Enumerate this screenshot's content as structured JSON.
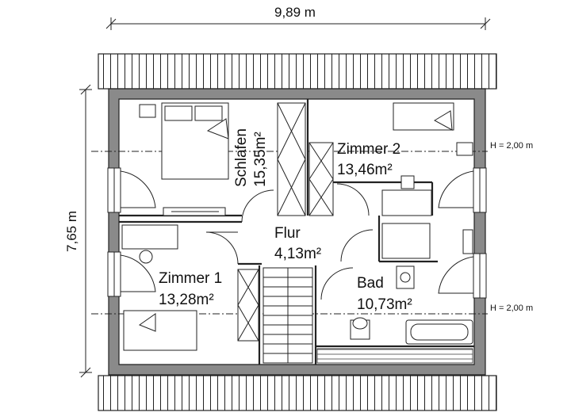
{
  "dimensions": {
    "width": "9,89 m",
    "height": "7,65 m"
  },
  "height_lines": [
    "H = 2,00 m",
    "H = 2,00 m"
  ],
  "rooms": {
    "schlafen": {
      "name": "Schlafen",
      "area": "15,35m²"
    },
    "zimmer2": {
      "name": "Zimmer 2",
      "area": "13,46m²"
    },
    "flur": {
      "name": "Flur",
      "area": "4,13m²"
    },
    "zimmer1": {
      "name": "Zimmer 1",
      "area": "13,28m²"
    },
    "bad": {
      "name": "Bad",
      "area": "10,73m²"
    }
  }
}
